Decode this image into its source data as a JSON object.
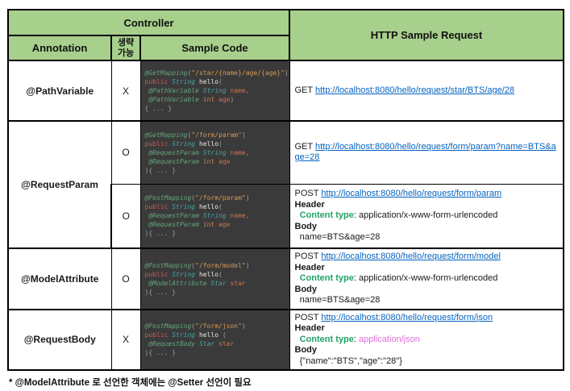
{
  "table": {
    "header": {
      "controller": "Controller",
      "annotation": "Annotation",
      "omit_line1": "생략",
      "omit_line2": "가능",
      "sample_code": "Sample Code",
      "http_sample_request": "HTTP Sample Request"
    },
    "row_groups": [
      {
        "annotation": "@PathVariable",
        "subrows": [
          {
            "omittable": "X",
            "code": [
              [
                [
                  "ann",
                  "@GetMapping"
                ],
                [
                  "punct",
                  "("
                ],
                [
                  "str",
                  "\"/star/{name}/age/{age}\""
                ],
                [
                  "punct",
                  ")"
                ]
              ],
              [
                [
                  "kw",
                  "public "
                ],
                [
                  "type",
                  "String "
                ],
                [
                  "fn",
                  "hello"
                ],
                [
                  "punct",
                  "("
                ]
              ],
              [
                [
                  "punct",
                  " "
                ],
                [
                  "ann",
                  "@PathVariable "
                ],
                [
                  "type",
                  "String "
                ],
                [
                  "param",
                  "name"
                ],
                [
                  "punct",
                  ","
                ]
              ],
              [
                [
                  "punct",
                  " "
                ],
                [
                  "ann",
                  "@PathVariable "
                ],
                [
                  "kw2",
                  "int "
                ],
                [
                  "param",
                  "age"
                ],
                [
                  "punct",
                  ")"
                ]
              ],
              [
                [
                  "punct",
                  "{ ... }"
                ]
              ]
            ],
            "http": [
              [
                [
                  "plain",
                  "GET "
                ],
                [
                  "link",
                  "http://localhost:8080/hello/request/star/BTS/age/28"
                ]
              ]
            ]
          }
        ]
      },
      {
        "annotation": "@RequestParam",
        "subrows": [
          {
            "omittable": "O",
            "code": [
              [
                [
                  "ann",
                  "@GetMapping"
                ],
                [
                  "punct",
                  "("
                ],
                [
                  "str",
                  "\"/form/param\""
                ],
                [
                  "punct",
                  ")"
                ]
              ],
              [
                [
                  "kw",
                  "public "
                ],
                [
                  "type",
                  "String "
                ],
                [
                  "fn",
                  "hello"
                ],
                [
                  "punct",
                  "("
                ]
              ],
              [
                [
                  "punct",
                  " "
                ],
                [
                  "ann",
                  "@RequestParam "
                ],
                [
                  "type",
                  "String "
                ],
                [
                  "param",
                  "name"
                ],
                [
                  "punct",
                  ","
                ]
              ],
              [
                [
                  "punct",
                  " "
                ],
                [
                  "ann",
                  "@RequestParam "
                ],
                [
                  "kw2",
                  "int "
                ],
                [
                  "param",
                  "age"
                ]
              ],
              [
                [
                  "punct",
                  "){ ... }"
                ]
              ]
            ],
            "http": [
              [
                [
                  "plain",
                  "GET "
                ],
                [
                  "link",
                  "http://localhost:8080/hello/request/form/param?name=BTS&age=28"
                ]
              ]
            ]
          },
          {
            "omittable": "O",
            "code": [
              [
                [
                  "ann",
                  "@PostMapping"
                ],
                [
                  "punct",
                  "("
                ],
                [
                  "str",
                  "\"/form/param\""
                ],
                [
                  "punct",
                  ")"
                ]
              ],
              [
                [
                  "kw",
                  "public "
                ],
                [
                  "type",
                  "String "
                ],
                [
                  "fn",
                  "hello"
                ],
                [
                  "punct",
                  "("
                ]
              ],
              [
                [
                  "punct",
                  " "
                ],
                [
                  "ann",
                  "@RequestParam "
                ],
                [
                  "type",
                  "String "
                ],
                [
                  "param",
                  "name"
                ],
                [
                  "punct",
                  ","
                ]
              ],
              [
                [
                  "punct",
                  " "
                ],
                [
                  "ann",
                  "@RequestParam "
                ],
                [
                  "kw2",
                  "int "
                ],
                [
                  "param",
                  "age"
                ]
              ],
              [
                [
                  "punct",
                  "){ ... }"
                ]
              ]
            ],
            "http": [
              [
                [
                  "plain",
                  "POST "
                ],
                [
                  "link",
                  "http://localhost:8080/hello/request/form/param"
                ]
              ],
              [
                [
                  "bold",
                  "Header"
                ]
              ],
              [
                [
                  "plain",
                  "  "
                ],
                [
                  "ctype",
                  "Content type"
                ],
                [
                  "plain",
                  ": application/x-www-form-urlencoded"
                ]
              ],
              [
                [
                  "bold",
                  "Body"
                ]
              ],
              [
                [
                  "plain",
                  "  name=BTS&age=28"
                ]
              ]
            ]
          }
        ]
      },
      {
        "annotation": "@ModelAttribute",
        "subrows": [
          {
            "omittable": "O",
            "code": [
              [
                [
                  "ann",
                  "@PostMapping"
                ],
                [
                  "punct",
                  "("
                ],
                [
                  "str",
                  "\"/form/model\""
                ],
                [
                  "punct",
                  ")"
                ]
              ],
              [
                [
                  "kw",
                  "public "
                ],
                [
                  "type",
                  "String "
                ],
                [
                  "fn",
                  "hello"
                ],
                [
                  "punct",
                  "("
                ]
              ],
              [
                [
                  "punct",
                  " "
                ],
                [
                  "ann",
                  "@ModelAttribute "
                ],
                [
                  "type",
                  "Star "
                ],
                [
                  "param",
                  "star"
                ]
              ],
              [
                [
                  "punct",
                  "){ ... }"
                ]
              ]
            ],
            "http": [
              [
                [
                  "plain",
                  "POST "
                ],
                [
                  "link",
                  "http://localhost:8080/hello/request/form/model"
                ]
              ],
              [
                [
                  "bold",
                  "Header"
                ]
              ],
              [
                [
                  "plain",
                  "  "
                ],
                [
                  "ctype",
                  "Content type"
                ],
                [
                  "plain",
                  ": application/x-www-form-urlencoded"
                ]
              ],
              [
                [
                  "bold",
                  "Body"
                ]
              ],
              [
                [
                  "plain",
                  "  name=BTS&age=28"
                ]
              ]
            ]
          }
        ]
      },
      {
        "annotation": "@RequestBody",
        "subrows": [
          {
            "omittable": "X",
            "code": [
              [
                [
                  "ann",
                  "@PostMapping"
                ],
                [
                  "punct",
                  "("
                ],
                [
                  "str",
                  "\"/form/json\""
                ],
                [
                  "punct",
                  ")"
                ]
              ],
              [
                [
                  "kw",
                  "public "
                ],
                [
                  "type",
                  "String "
                ],
                [
                  "fn",
                  "hello "
                ],
                [
                  "punct",
                  "("
                ]
              ],
              [
                [
                  "punct",
                  " "
                ],
                [
                  "ann",
                  "@RequestBody "
                ],
                [
                  "type",
                  "Star "
                ],
                [
                  "param",
                  "star"
                ]
              ],
              [
                [
                  "punct",
                  "){ ... }"
                ]
              ]
            ],
            "http": [
              [
                [
                  "plain",
                  "POST "
                ],
                [
                  "link",
                  "http://localhost:8080/hello/request/form/json"
                ]
              ],
              [
                [
                  "bold",
                  "Header"
                ]
              ],
              [
                [
                  "plain",
                  "  "
                ],
                [
                  "ctype",
                  "Content type"
                ],
                [
                  "plain",
                  ": "
                ],
                [
                  "pink",
                  "application/json"
                ]
              ],
              [
                [
                  "bold",
                  "Body"
                ]
              ],
              [
                [
                  "plain",
                  "  {\"name\":\"BTS\",\"age\":\"28\"}"
                ]
              ]
            ]
          }
        ]
      }
    ]
  },
  "footnote": "* @ModelAttribute 로 선언한 객체에는 @Setter 선언이 필요",
  "colors": {
    "header_green": "#A8D08D",
    "code_background": "#3A3A3A",
    "link_blue": "#0563C1",
    "content_type_green": "#21A366",
    "json_pink": "#E06EDB"
  }
}
